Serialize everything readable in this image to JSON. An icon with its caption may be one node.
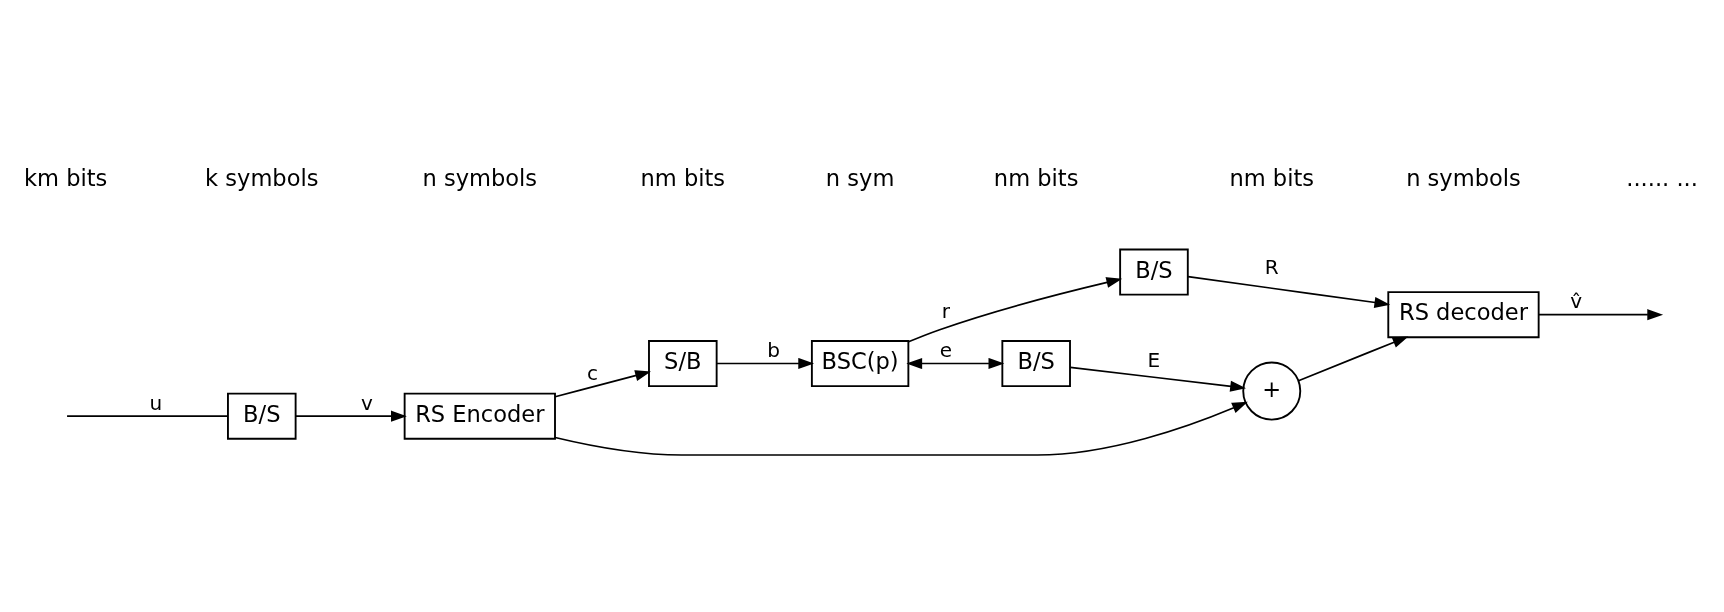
{
  "diagram": {
    "nodes": [
      {
        "text": [
          "B/S"
        ]
      },
      {
        "text": [
          "RS Encoder"
        ]
      },
      {
        "text": [
          "S/B"
        ]
      },
      {
        "text": [
          "BSC(p)"
        ]
      },
      {
        "text": [
          "B/S"
        ]
      },
      {
        "text": [
          "+"
        ]
      },
      {
        "text": [
          "B/S"
        ]
      },
      {
        "text": [
          "RS decoder"
        ]
      }
    ],
    "edges": [
      {
        "from": null,
        "to": 0,
        "arrow": "none",
        "label": "u"
      },
      {
        "from": 0,
        "to": 1,
        "arrow": "to",
        "label": "v"
      },
      {
        "from": 1,
        "to": 2,
        "arrow": "to",
        "label": "c"
      },
      {
        "from": 2,
        "to": 3,
        "arrow": "to",
        "label": "b"
      },
      {
        "from": 1,
        "to": 5,
        "arrow": "to"
      },
      {
        "from": 4,
        "to": 5,
        "arrow": "to",
        "label": "E"
      },
      {
        "from": 3,
        "to": 4,
        "arrow": "both",
        "label": "e"
      },
      {
        "from": 3,
        "to": 6,
        "arrow": "to",
        "label": "r"
      },
      {
        "from": 5,
        "to": 7,
        "arrow": "to"
      },
      {
        "from": 6,
        "to": 7,
        "arrow": "to",
        "label": "R"
      },
      {
        "from": 7,
        "to": null,
        "arrow": "to",
        "label": "v̂"
      }
    ],
    "labels": [
      "km bits",
      "k symbols",
      "n symbols",
      "nm bits",
      "n sym",
      "nm bits",
      "nm bits",
      "n symbols",
      "...... ..."
    ]
  }
}
